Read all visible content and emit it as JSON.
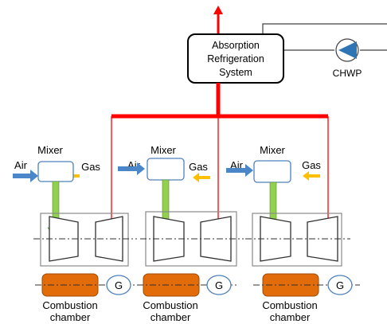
{
  "diagram": {
    "absorption_system": {
      "line1": "Absorption",
      "line2": "Refrigeration",
      "line3": "System"
    },
    "pump": {
      "label": "CHWP"
    },
    "units": [
      {
        "mixer": "Mixer",
        "air": "Air",
        "gas": "Gas",
        "combustor_line1": "Combustion",
        "combustor_line2": "chamber",
        "generator": "G"
      },
      {
        "mixer": "Mixer",
        "air": "Air",
        "gas": "Gas",
        "combustor_line1": "Combustion",
        "combustor_line2": "chamber",
        "generator": "G"
      },
      {
        "mixer": "Mixer",
        "air": "Air",
        "gas": "Gas",
        "combustor_line1": "Combustion",
        "combustor_line2": "chamber",
        "generator": "G"
      }
    ]
  },
  "colors": {
    "exhaust_red": "#ff0000",
    "air_blue": "#4a86c8",
    "gas_yellow": "#ffc000",
    "fuel_green": "#92d050",
    "combustor_orange": "#e36c0a",
    "mixer_fill": "#ffffff",
    "mixer_stroke": "#4f81bd",
    "pump_blue": "#2e75b6"
  }
}
